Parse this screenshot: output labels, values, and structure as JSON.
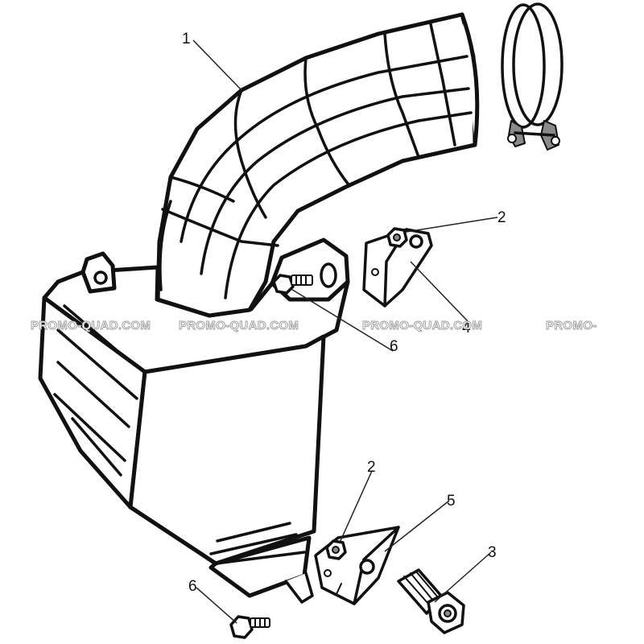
{
  "diagram": {
    "callouts": [
      {
        "id": "c1",
        "label": "1"
      },
      {
        "id": "c2a",
        "label": "2"
      },
      {
        "id": "c2b",
        "label": "2"
      },
      {
        "id": "c3",
        "label": "3"
      },
      {
        "id": "c4",
        "label": "4"
      },
      {
        "id": "c5",
        "label": "5"
      },
      {
        "id": "c6a",
        "label": "6"
      },
      {
        "id": "c6b",
        "label": "6"
      }
    ],
    "watermarks": [
      "PROMO-QUAD.COM",
      "PROMO-QUAD.COM",
      "PROMO-QUAD.COM",
      "PROMO-"
    ]
  }
}
